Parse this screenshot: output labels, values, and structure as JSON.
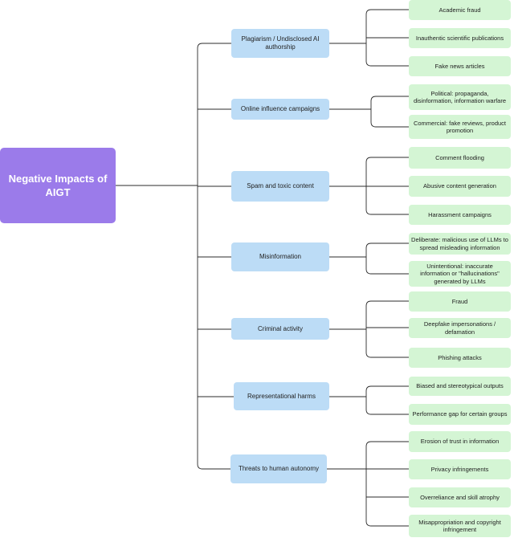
{
  "root": {
    "label": "Negative Impacts of AIGT"
  },
  "categories": [
    {
      "label": "Plagiarism / Undisclosed AI authorship",
      "children": [
        "Academic fraud",
        "Inauthentic scientific publications",
        "Fake news articles"
      ]
    },
    {
      "label": "Online influence campaigns",
      "children": [
        "Political: propaganda, disinformation, information warfare",
        "Commercial: fake reviews, product promotion"
      ]
    },
    {
      "label": "Spam and toxic content",
      "children": [
        "Comment flooding",
        "Abusive content generation",
        "Harassment campaigns"
      ]
    },
    {
      "label": "Misinformation",
      "children": [
        "Deliberate: malicious use of LLMs to spread misleading information",
        "Unintentional: inaccurate information or \"hallucinations\" generated by LLMs"
      ]
    },
    {
      "label": "Criminal activity",
      "children": [
        "Fraud",
        "Deepfake impersonations / defamation",
        "Phishing attacks"
      ]
    },
    {
      "label": "Representational harms",
      "children": [
        "Biased and stereotypical outputs",
        "Performance gap for certain groups"
      ]
    },
    {
      "label": "Threats to human autonomy",
      "children": [
        "Erosion of trust in information",
        "Privacy infringements",
        "Overreliance and skill atrophy",
        "Misappropriation and copyright infringement"
      ]
    }
  ]
}
